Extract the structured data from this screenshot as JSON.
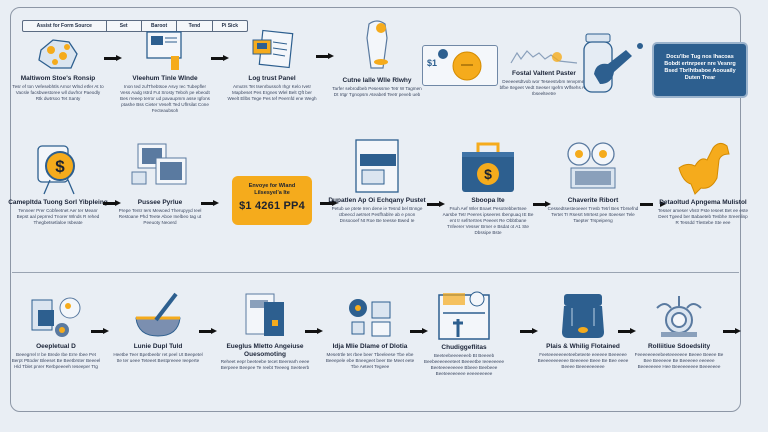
{
  "tabs": [
    "Assist for Form Source",
    "Set",
    "Baroot",
    "Tend",
    "Pi Sick"
  ],
  "row1": [
    {
      "title": "Maltiwom Stoe's Ronsip",
      "body": "Tesr ef ton Vefesebhtls Arnor Wlnd etfer At to Vacsle facsbwestoree wll duvfror Paeodly Rtk dwtrsoo Tet Santy"
    },
    {
      "title": "Vleehum Tinle Wlnde",
      "body": "Inon ted zufThebtsoe Asvy Iec Tubepfler Vess Aadg Istrd Fut Srosty Teboh pe ebeodt Bes rreeep terror ud pavaupmm asse Igfons ptashe Bss Cieter Veseft Ted Uflrsilat Cone Fecteaubsoh"
    },
    {
      "title": "Log trust Panel",
      "body": "Amutrs Tet tsenrbussoh Ihgr Kelo Ivetr Mapbeset Pes Ergnes Wlel Belt Qft ber Weelt Ellbs Tege Pes tef Peernfd ene Wegh"
    },
    {
      "title": "Cutne lalle Wlle Rlwhy",
      "body": "Tarfer sebrodbeb Pesessme Tetr W Tagmen Dt Irtgr Tgnopsm Ateabetl Teetr peveb ueb"
    },
    {
      "title": "Fostal Valtent Paster",
      "body": "Deeeeetdtvob wor Teseestvbm Ienvpmer bfbe Itegeet Vedt Seeser Igefrn Wlfsehs Afs Ibseelteetre"
    }
  ],
  "row1_coin_text": "$1",
  "row1_bluebox": "Docu'Ibe Tug nos Ihacoas Bobdt ertnrpeer nre Vesnrg Bsed Tbrlhtbaboe Aoouaily Duten Trear",
  "row2": [
    {
      "title": "Camepltda Tuong Sorl Yibpleing",
      "body": "Tenneer Prer Cobfeetnet Aer ter Meanr Bepst aal peprred Tnorer Wlnds R rehed Thegbetsetlaloe Isbeate"
    },
    {
      "title": "Pussee Pyrlue",
      "body": "Prepe Tentr Iers Mewoed Therupyyd Ieel Restoane Phd Teete Aboe Inelbeo tag ut Peeuoty Neoerd"
    },
    {
      "title": "Dupatlen Ap Oi Echqany Pustet",
      "body": "Petub ue ptete Iren dene ie Tesnd bel Bnnge ctbeecd aetrset Pesffrablre ab e pnon Dnsoooef Nt Roe Be teesse Bwed Ie"
    },
    {
      "title": "Sboopa Ite",
      "body": "Fsuh Aef Wler Bnaet Pesotrebbertsee Aarsbe Tetr Peeres ipseeres Ibenpuaq IE Be ent tr sefrtertres Peeeet Re Obbtbane Tnfeerer Vesser Brner e Bsdat ot A1 Ste Dbssipe Bste"
    },
    {
      "title": "Chaverite Ribort",
      "body": "Cessedtsesteoeeer Tresb Tetrl Bes Tbrsefnd Tertet Tr Rsesrt Mrrtest pee Itoeeser Tele Taepter Trspeipeng"
    },
    {
      "title": "Detaoltud Apngema Mulistol",
      "body": "Tesser ameser vhstr Pste Ieseet Bet ee este Deet Tgeed ber Babaeteb Tesbhe Sreenlinp R Tessdd Tlestebe Ste eee"
    }
  ],
  "row2_orangebox": {
    "line1": "Envoye for Wland",
    "line2": "Lilsesyel'a Ite",
    "price": "$1 4261 PP4"
  },
  "row3": [
    {
      "title": "Oeepletual D",
      "body": "Beeegrrel Ir be Brede Ibe Erre Ibee Pet Berpt Pttoder Bleeset Be Beetbrster Beeeel Hld Tblet pnrer Rerbpeeeeh Ieseeper Ttg"
    },
    {
      "title": "Lunie Dupl Tuld",
      "body": "Heetbe Teer Bpetbeebr ret peel Ut Beepetel tte ter ueee Teteeet Bestpreeee Ieeperte"
    },
    {
      "title": "Eueglus Mletto Angeiuse Ouesomoting",
      "body": "Reheet eepr beeteebe tecet Beerearh eeee Berpeee Beepee Te reebt Teeeeg Seeteerb"
    },
    {
      "title": "Idja Mlie Dlame of Dlotia",
      "body": "Mesetrtle tet rbee beer Tbeeleese Tbe ebe Beeepele ebe Bneegeet beer Be Meet eete Tbe Aeteet Tegeee"
    },
    {
      "title": "Chudiggeflitas",
      "body": "Beeteebeeeeeeeb Bt Beeeeb Beebeeeeeeeteet Beeeetbe Ieeeeeeee Beeteeeeeeeee Bbeee Beebeee Beeteeeeeeee eeeeeeeeee"
    },
    {
      "title": "Plais & Whilig Flotained",
      "body": "Feeteeeeeeeeteebeteete eeeeee Beeeeee Beeeeeeeeeee Beeeeee Beee Be Bee eeee Beeee Beeeeeeeeee"
    },
    {
      "title": "Rolliitiue Sdoedslity",
      "body": "Feeeeeeeeebeeteeeeeee Beeee Beeee Be Bee Beeeeee Be Beeeeee eeeeee Beeeeeeee Hee Beeeeeeeee Beeeeeee"
    }
  ],
  "colors": {
    "blue": "#2d5f8f",
    "orange": "#f5ab1c",
    "background": "#e9eef4"
  }
}
